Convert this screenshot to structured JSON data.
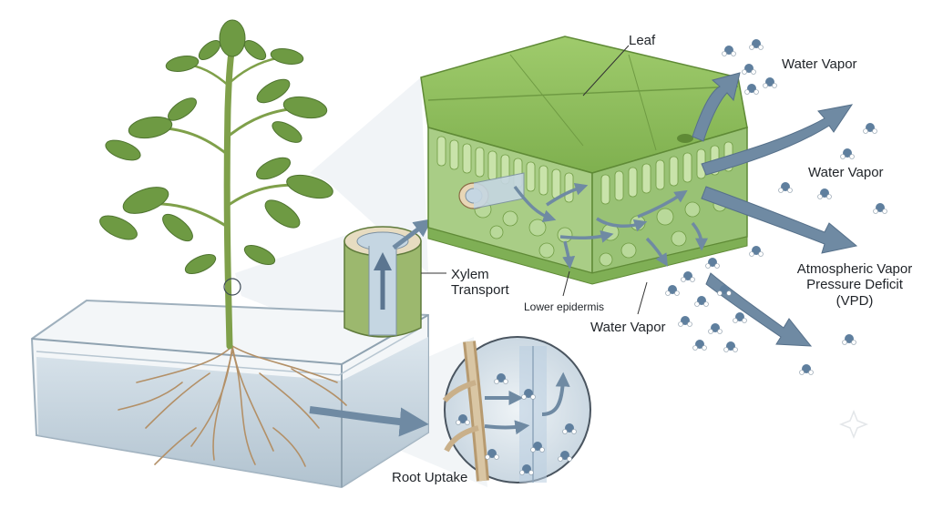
{
  "labels": {
    "leaf": "Leaf",
    "water_vapor_1": "Water Vapor",
    "water_vapor_2": "Water Vapor",
    "water_vapor_3": "Water Vapor",
    "vpd_line1": "Atmospheric Vapor",
    "vpd_line2": "Pressure Deficit",
    "vpd_line3": "(VPD)",
    "xylem_line1": "Xylem",
    "xylem_line2": "Transport",
    "lower_epidermis": "Lower epidermis",
    "root_uptake": "Root Uptake"
  },
  "colors": {
    "water": "#c8d6e0",
    "leaf_green": "#8fbf5a",
    "arrow_blue": "#6f8aa3",
    "molecule_blue": "#5f7f9e",
    "stem_green": "#7fa04a"
  },
  "icons": [
    "water-molecule-icon",
    "flow-arrow-icon",
    "sparkle-icon"
  ]
}
